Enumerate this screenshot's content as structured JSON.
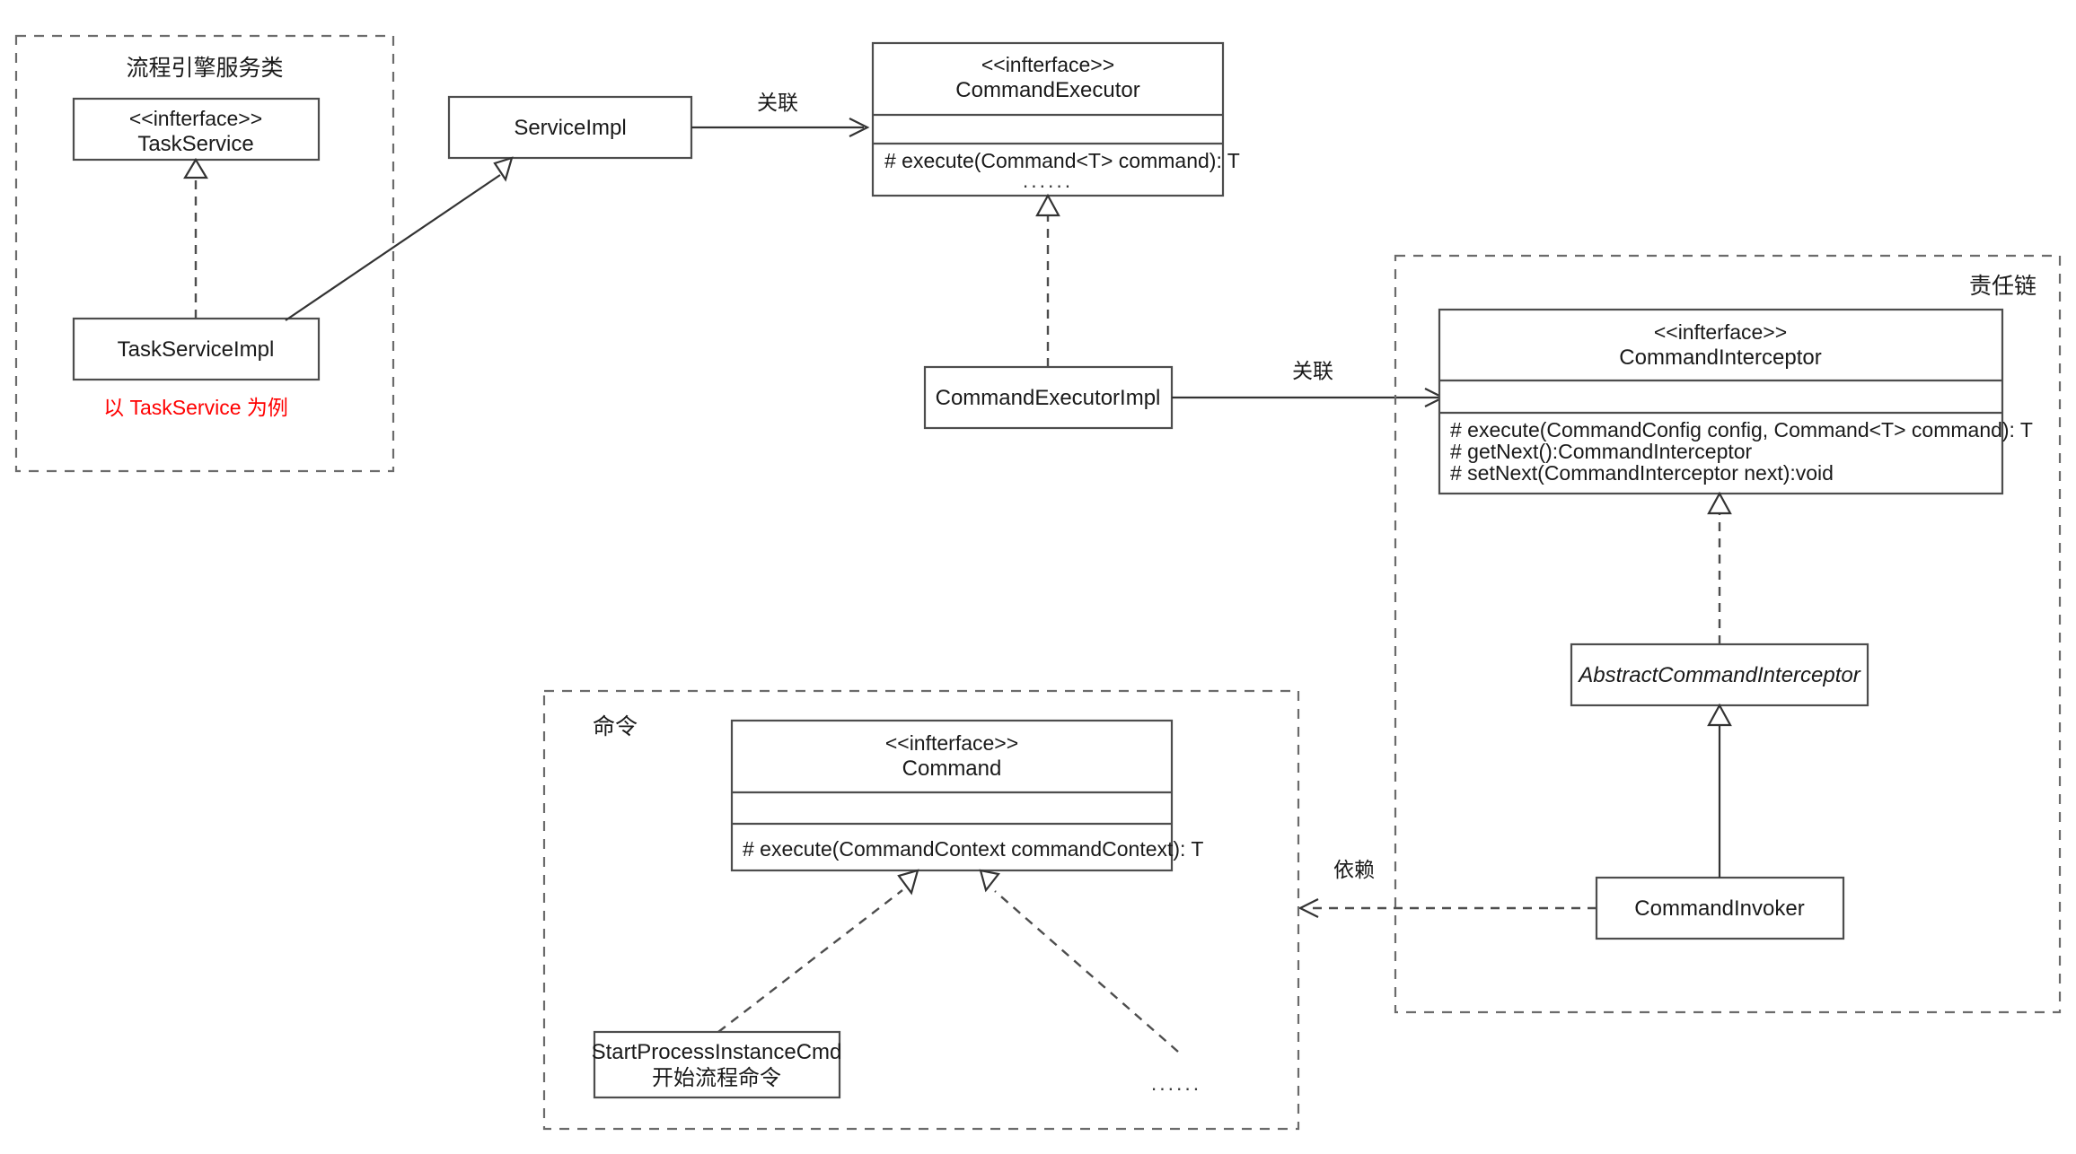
{
  "diagram": {
    "title": "Workflow engine command pattern class diagram",
    "stereotype": "<<infterface>>",
    "ellipsis": "......"
  },
  "groups": [
    {
      "id": "service",
      "label": "流程引擎服务类"
    },
    {
      "id": "chain",
      "label": "责任链"
    },
    {
      "id": "command",
      "label": "命令"
    }
  ],
  "classes": {
    "task_service": {
      "stereotype": "<<infterface>>",
      "name": "TaskService"
    },
    "task_service_impl": {
      "name": "TaskServiceImpl"
    },
    "service_impl": {
      "name": "ServiceImpl"
    },
    "command_executor": {
      "stereotype": "<<infterface>>",
      "name": "CommandExecutor",
      "methods": [
        "# execute(Command<T> command): T"
      ],
      "more": "......"
    },
    "command_executor_impl": {
      "name": "CommandExecutorImpl"
    },
    "command_interceptor": {
      "stereotype": "<<infterface>>",
      "name": "CommandInterceptor",
      "methods": [
        "# execute(CommandConfig config, Command<T> command): T",
        "# getNext():CommandInterceptor",
        "# setNext(CommandInterceptor next):void"
      ]
    },
    "abstract_command_interceptor": {
      "name": "AbstractCommandInterceptor"
    },
    "command_invoker": {
      "name": "CommandInvoker"
    },
    "command": {
      "stereotype": "<<infterface>>",
      "name": "Command",
      "methods": [
        "# execute(CommandContext commandContext): T"
      ]
    },
    "start_process_instance_cmd": {
      "name": "StartProcessInstanceCmd",
      "name_cn": "开始流程命令"
    },
    "more_commands": {
      "label": "......"
    }
  },
  "notes": {
    "task_service_example": "以 TaskService 为例"
  },
  "edges": {
    "service_impl_to_command_executor": "关联",
    "command_executor_impl_to_command_interceptor": "关联",
    "command_invoker_to_command": "依赖"
  },
  "colors": {
    "note": "#ff0000",
    "box_stroke": "#4d4d4d",
    "group_stroke": "#6b6b6b",
    "link": "#333333",
    "text": "#1a1a1a",
    "background": "#ffffff"
  }
}
